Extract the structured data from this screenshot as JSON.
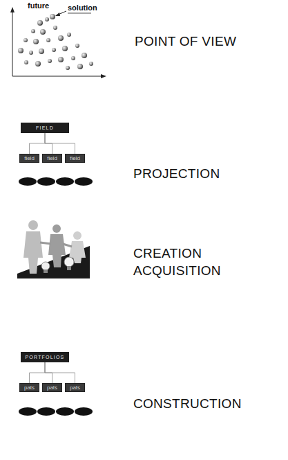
{
  "diagram": {
    "nodes": [
      {
        "text": [
          "FIELD"
        ]
      },
      {
        "text": [
          "field"
        ]
      },
      {
        "text": [
          "field"
        ]
      },
      {
        "text": [
          "field"
        ]
      },
      {
        "text": [
          "PORTFOLIOS"
        ]
      },
      {
        "text": [
          "pats"
        ]
      },
      {
        "text": [
          "pats"
        ]
      },
      {
        "text": [
          "pats"
        ]
      }
    ],
    "edges": [
      {
        "from": 0,
        "to": 1,
        "arrow": "none"
      },
      {
        "from": 0,
        "to": 2,
        "arrow": "none"
      },
      {
        "from": 0,
        "to": 3,
        "arrow": "none"
      },
      {
        "from": 4,
        "to": 5,
        "arrow": "none"
      },
      {
        "from": 4,
        "to": 6,
        "arrow": "none"
      },
      {
        "from": 4,
        "to": 7,
        "arrow": "none"
      }
    ],
    "labels": [
      "future",
      "solution",
      "POINT OF VIEW",
      "PROJECTION",
      "CREATION ACQUISITION",
      "CONSTRUCTION"
    ]
  }
}
